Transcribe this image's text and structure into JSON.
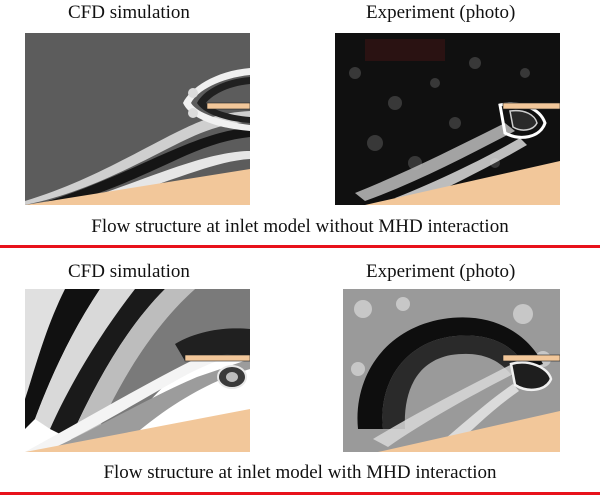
{
  "top": {
    "left_label": "CFD simulation",
    "right_label": "Experiment (photo)",
    "caption": "Flow structure at inlet model without MHD interaction"
  },
  "bottom": {
    "left_label": "CFD simulation",
    "right_label": "Experiment (photo)",
    "caption": "Flow structure at inlet model with MHD interaction"
  },
  "colors": {
    "divider": "#e8121b",
    "wedge": "#f2c79a",
    "cfd_background": "#5a5a5a",
    "photo_background": "#101010"
  }
}
